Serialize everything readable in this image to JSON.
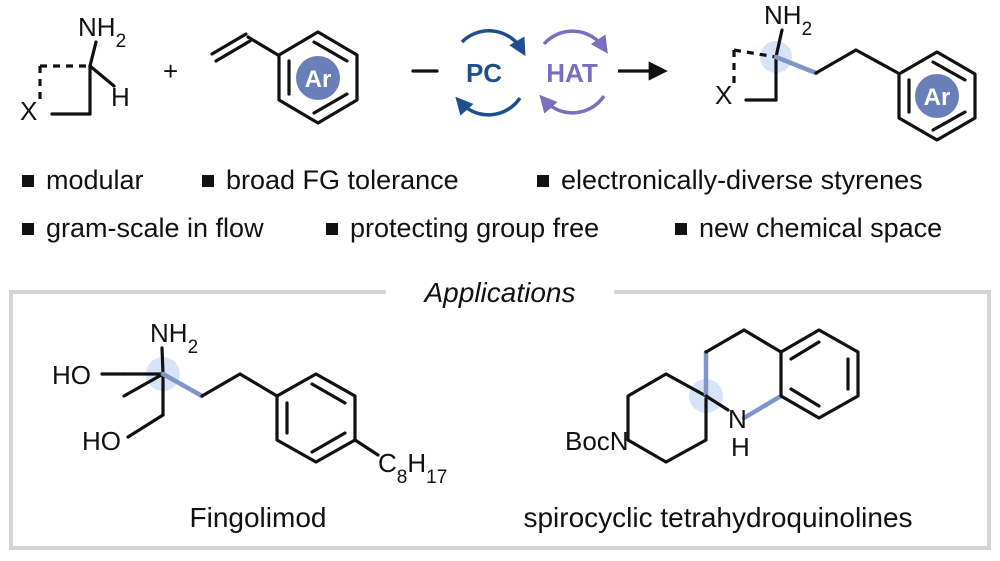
{
  "colors": {
    "pc": "#1f4e8f",
    "hat": "#7a6fbf",
    "ar_fill": "#6a7fb9",
    "highlight": "#7f95c7",
    "halo": "#c9daf3",
    "box_border": "#d4d4d4"
  },
  "scheme": {
    "reactant_amine": {
      "nh2": "NH2",
      "h": "H",
      "x": "X"
    },
    "plus": "+",
    "styrene": {
      "ar": "Ar"
    },
    "catalysis": {
      "pc": "PC",
      "hat": "HAT"
    },
    "product": {
      "nh2": "NH2",
      "x": "X",
      "ar": "Ar"
    }
  },
  "features": [
    "modular",
    "broad FG tolerance",
    "electronically-diverse styrenes",
    "gram-scale in flow",
    "protecting group free",
    "new chemical space"
  ],
  "applications": {
    "title": "Applications",
    "fingolimod": {
      "nh2": "NH2",
      "ho1": "HO",
      "ho2": "HO",
      "c8h17": "C8H17",
      "name": "Fingolimod"
    },
    "spiro": {
      "boc": "BocN",
      "nh_n": "N",
      "nh_h": "H",
      "name": "spirocyclic tetrahydroquinolines"
    }
  }
}
